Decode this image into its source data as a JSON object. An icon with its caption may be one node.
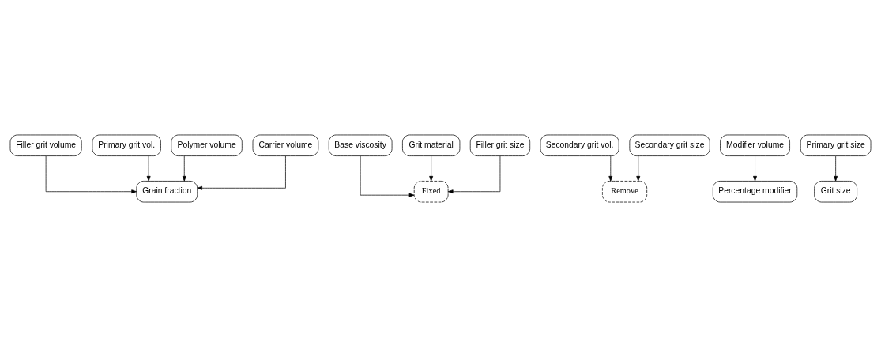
{
  "diagram": {
    "nodes": [
      {
        "text": [
          "Filler grit volume"
        ]
      },
      {
        "text": [
          "Primary grit vol."
        ]
      },
      {
        "text": [
          "Base viscosity"
        ]
      },
      {
        "text": [
          "Grit material"
        ]
      },
      {
        "text": [
          "Secondary grit vol."
        ]
      },
      {
        "text": [
          "Polymer volume"
        ]
      },
      {
        "text": [
          "Carrier volume"
        ]
      },
      {
        "text": [
          "Modifier volume"
        ]
      },
      {
        "text": [
          "Filler grit size"
        ]
      },
      {
        "text": [
          "Primary grit size"
        ]
      },
      {
        "text": [
          "Secondary grit size"
        ]
      },
      {
        "text": [
          "Fixed"
        ]
      },
      {
        "text": [
          "Remove"
        ]
      },
      {
        "text": [
          "Grain fraction"
        ]
      },
      {
        "text": [
          "Percentage modifier"
        ]
      },
      {
        "text": [
          "Grit size"
        ]
      }
    ],
    "edges": [
      {
        "from": 0,
        "to": 13,
        "arrow": "to"
      },
      {
        "from": 1,
        "to": 13,
        "arrow": "to"
      },
      {
        "from": 5,
        "to": 13,
        "arrow": "to"
      },
      {
        "from": 6,
        "to": 13,
        "arrow": "to"
      },
      {
        "from": 7,
        "to": 14,
        "arrow": "to"
      },
      {
        "from": 2,
        "to": 11,
        "arrow": "to"
      },
      {
        "from": 3,
        "to": 11,
        "arrow": "to"
      },
      {
        "from": 8,
        "to": 11,
        "arrow": "to"
      },
      {
        "from": 9,
        "to": 15,
        "arrow": "to"
      },
      {
        "from": 4,
        "to": 12,
        "arrow": "to"
      },
      {
        "from": 10,
        "to": 12,
        "arrow": "to"
      }
    ]
  }
}
